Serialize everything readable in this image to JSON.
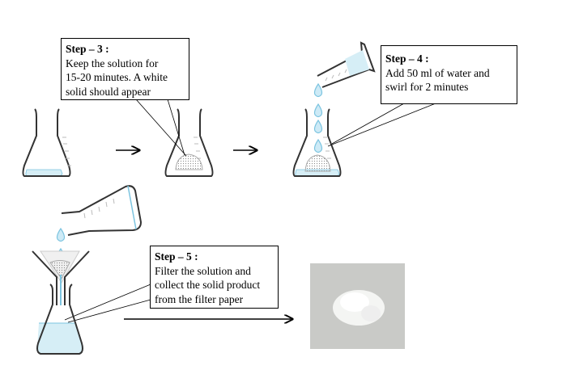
{
  "steps": [
    {
      "title": "Step – 3 :",
      "lines": [
        "Keep the solution for",
        "15-20 minutes. A white",
        "solid should appear"
      ]
    },
    {
      "title": "Step – 4 :",
      "lines": [
        "Add 50 ml of water and",
        "swirl for 2 minutes"
      ]
    },
    {
      "title": "Step – 5 :",
      "lines": [
        "Filter the solution and",
        "collect the solid product",
        "from the filter paper"
      ]
    }
  ],
  "colors": {
    "liquid": "#d6eef6",
    "liquid_edge": "#7cc4e0",
    "glass": "#333333",
    "photo_bg": "#c9cac7"
  }
}
